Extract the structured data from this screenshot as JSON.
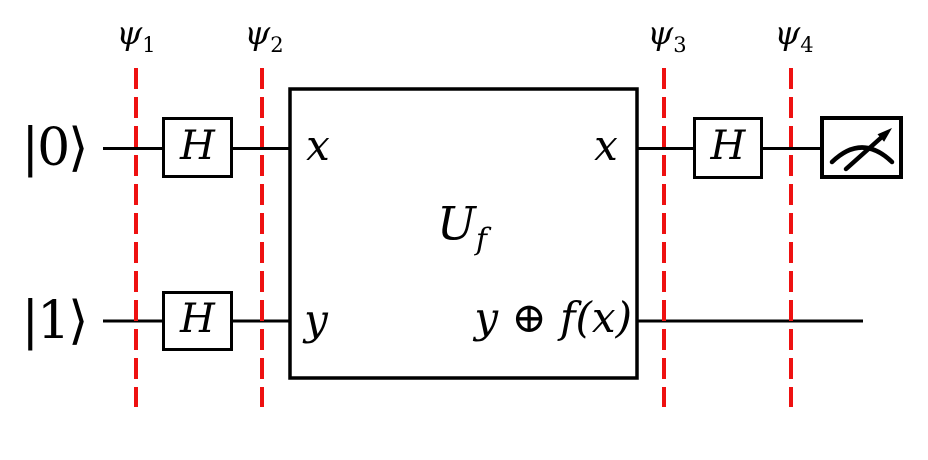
{
  "circuit": {
    "name": "Deutsch algorithm quantum circuit",
    "colors": {
      "wire": "#000000",
      "barrier": "#ee1111",
      "gate_fill": "#ffffff"
    },
    "state_labels": [
      {
        "base": "ψ",
        "sub": "1"
      },
      {
        "base": "ψ",
        "sub": "2"
      },
      {
        "base": "ψ",
        "sub": "3"
      },
      {
        "base": "ψ",
        "sub": "4"
      }
    ],
    "qubits": [
      {
        "ket": "|0⟩"
      },
      {
        "ket": "|1⟩"
      }
    ],
    "hadamard": {
      "label": "H"
    },
    "oracle": {
      "label_base": "U",
      "label_sub": "f",
      "port_top_in": "x",
      "port_top_out": "x",
      "port_bottom_in": "y",
      "port_bottom_out": "y ⊕ f(x)"
    },
    "measurement": {
      "icon": "gauge-arrow"
    }
  }
}
